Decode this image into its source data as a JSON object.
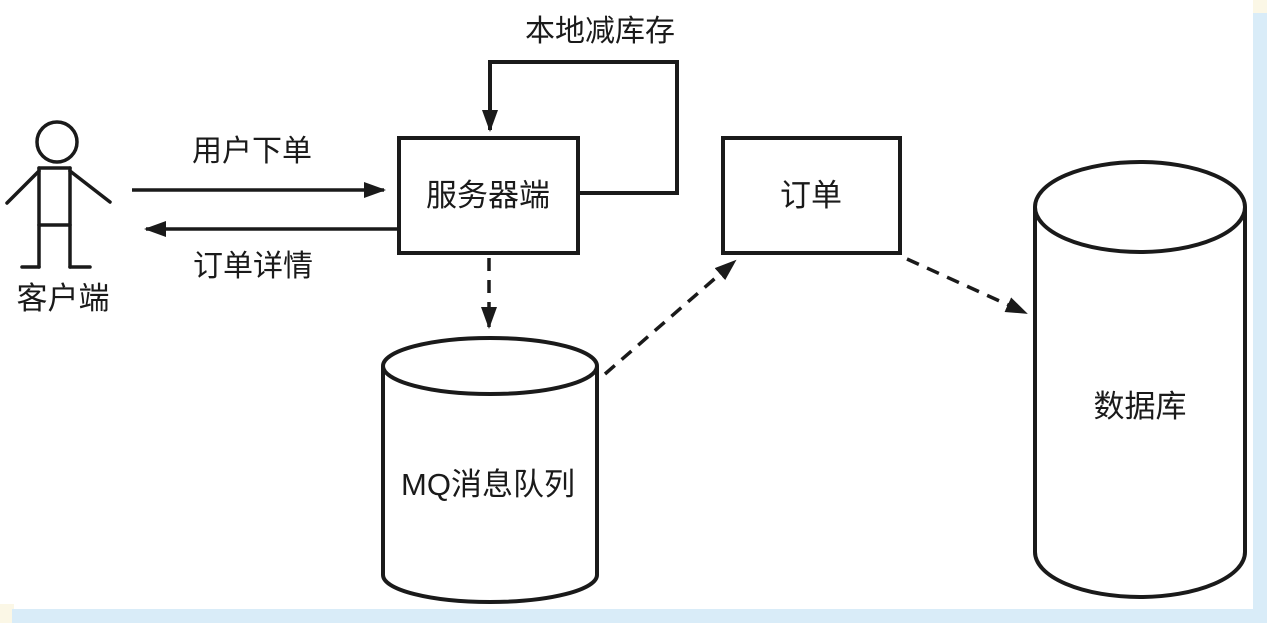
{
  "diagram": {
    "description": "Order flow architecture diagram: client places order to server, server decrements stock locally, pushes message to MQ queue, order consumer persists to database",
    "nodes": {
      "client": {
        "label": "客户端",
        "type": "actor"
      },
      "server": {
        "label": "服务器端",
        "type": "box"
      },
      "order": {
        "label": "订单",
        "type": "box"
      },
      "mq": {
        "label": "MQ消息队列",
        "type": "cylinder"
      },
      "database": {
        "label": "数据库",
        "type": "cylinder"
      }
    },
    "edges": {
      "user_order": {
        "label": "用户下单",
        "from": "client",
        "to": "server",
        "style": "solid"
      },
      "order_details": {
        "label": "订单详情",
        "from": "server",
        "to": "client",
        "style": "solid"
      },
      "local_stock_decrement": {
        "label": "本地减库存",
        "from": "server",
        "to": "server",
        "style": "solid-loop"
      },
      "server_to_mq": {
        "from": "server",
        "to": "mq",
        "style": "dashed"
      },
      "mq_to_order": {
        "from": "mq",
        "to": "order",
        "style": "dashed"
      },
      "order_to_db": {
        "from": "order",
        "to": "database",
        "style": "dashed"
      }
    },
    "colors": {
      "stroke": "#1a1a1a",
      "background": "#ffffff",
      "edge_band": "#d9ecf8",
      "corner_accent": "#fbf7e6"
    }
  }
}
